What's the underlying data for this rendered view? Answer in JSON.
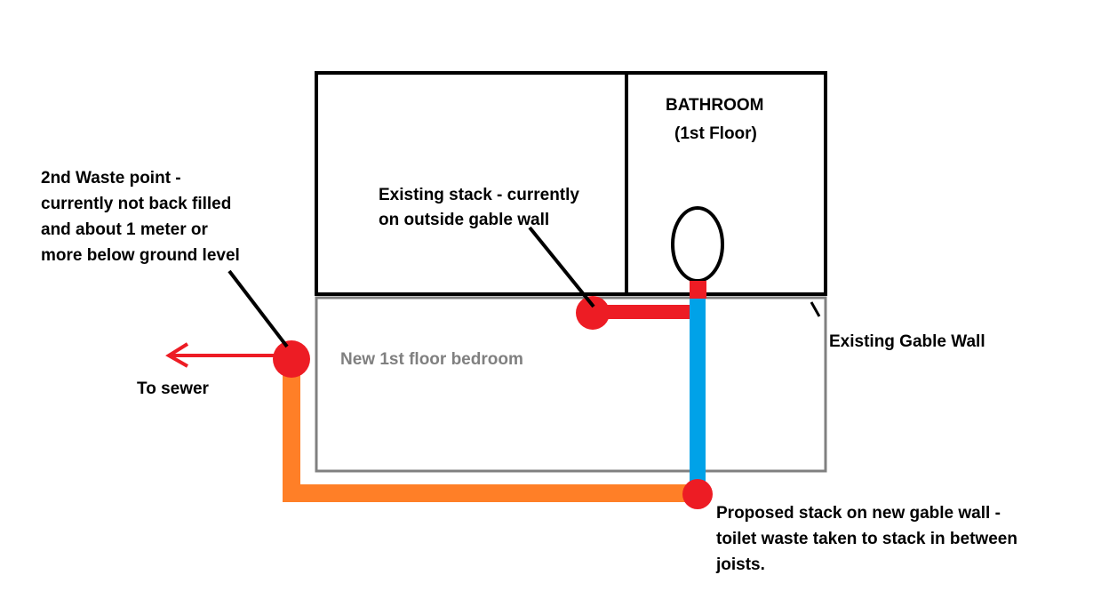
{
  "labels": {
    "bathroom_line1": "BATHROOM",
    "bathroom_line2": "(1st Floor)",
    "existing_stack_line1": "Existing stack - currently",
    "existing_stack_line2": "on outside gable wall",
    "waste_point_line1": "2nd Waste point -",
    "waste_point_line2": "currently not back filled",
    "waste_point_line3": "and about 1 meter or",
    "waste_point_line4": "more below ground level",
    "to_sewer": "To sewer",
    "new_bedroom": "New 1st floor bedroom",
    "existing_gable_wall": "Existing Gable Wall",
    "proposed_line1": "Proposed stack on new gable wall -",
    "proposed_line2": "toilet waste taken to stack in between",
    "proposed_line3": "joists."
  },
  "colors": {
    "outline": "#000000",
    "new_room_outline": "#808080",
    "new_room_label": "#808080",
    "waste_red": "#ed1c24",
    "proposed_blue": "#00a2e8",
    "drain_orange": "#ff7f27",
    "text": "#000000"
  }
}
